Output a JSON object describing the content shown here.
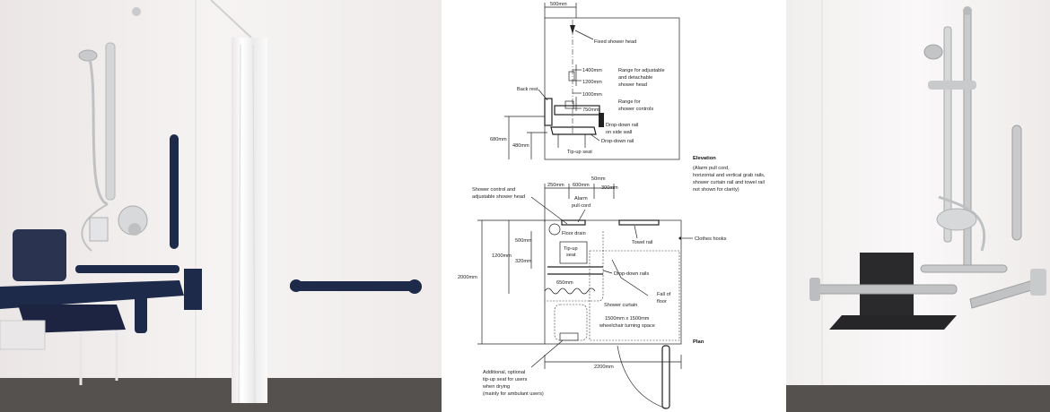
{
  "elevation": {
    "dim_500": "500mm",
    "fixed_shower_head": "Fixed shower head",
    "dim_1400": "1400mm",
    "dim_1200": "1200mm",
    "dim_1000": "1000mm",
    "dim_750": "750mm",
    "range_adjustable_l1": "Range for adjustable",
    "range_adjustable_l2": "and detachable",
    "range_adjustable_l3": "shower head",
    "range_controls_l1": "Range for",
    "range_controls_l2": "shower controls",
    "back_rest": "Back rest",
    "dropdown_side_l1": "Drop-down rail",
    "dropdown_side_l2": "on side wall",
    "dropdown_rail": "Drop-down rail",
    "tipup_seat": "Tip-up seat",
    "dim_680": "680mm",
    "dim_480": "480mm",
    "heading": "Elevation",
    "note_l1": "(Alarm pull cord,",
    "note_l2": "horizontal and vertical grab rails,",
    "note_l3": "shower curtain rail and towel rail",
    "note_l4": "not shown for clarity)"
  },
  "plan": {
    "shower_control_l1": "Shower control and",
    "shower_control_l2": "adjustable shower head",
    "dim_250": "250mm",
    "dim_600": "600mm",
    "dim_50": "50mm",
    "dim_300": "300mm",
    "alarm_l1": "Alarm",
    "alarm_l2": "pull cord",
    "floor_drain": "Floor drain",
    "towel_rail": "Towel rail",
    "clothes_hooks": "Clothes hooks",
    "dim_500": "500mm",
    "tipup_l1": "Tip-up",
    "tipup_l2": "seat",
    "dim_1200": "1200mm",
    "dim_320": "320mm",
    "dropdown_rails": "Drop-down rails",
    "dim_2000": "2000mm",
    "dim_650": "650mm",
    "fall_l1": "Fall of",
    "fall_l2": "floor",
    "shower_curtain": "Shower curtain",
    "turning_l1": "1500mm x 1500mm",
    "turning_l2": "wheelchair turning space",
    "heading": "Plan",
    "dim_2200": "2200mm",
    "additional_l1": "Additional, optional",
    "additional_l2": "tip-up seat for users",
    "additional_l3": "when drying",
    "additional_l4": "(mainly for ambulant users)"
  },
  "colors": {
    "wall": "#f2eff0",
    "floor": "#55514f",
    "navy_rail": "#1d2a4a",
    "steel": "#c9cacc",
    "seat_dark": "#2a2a2c"
  }
}
